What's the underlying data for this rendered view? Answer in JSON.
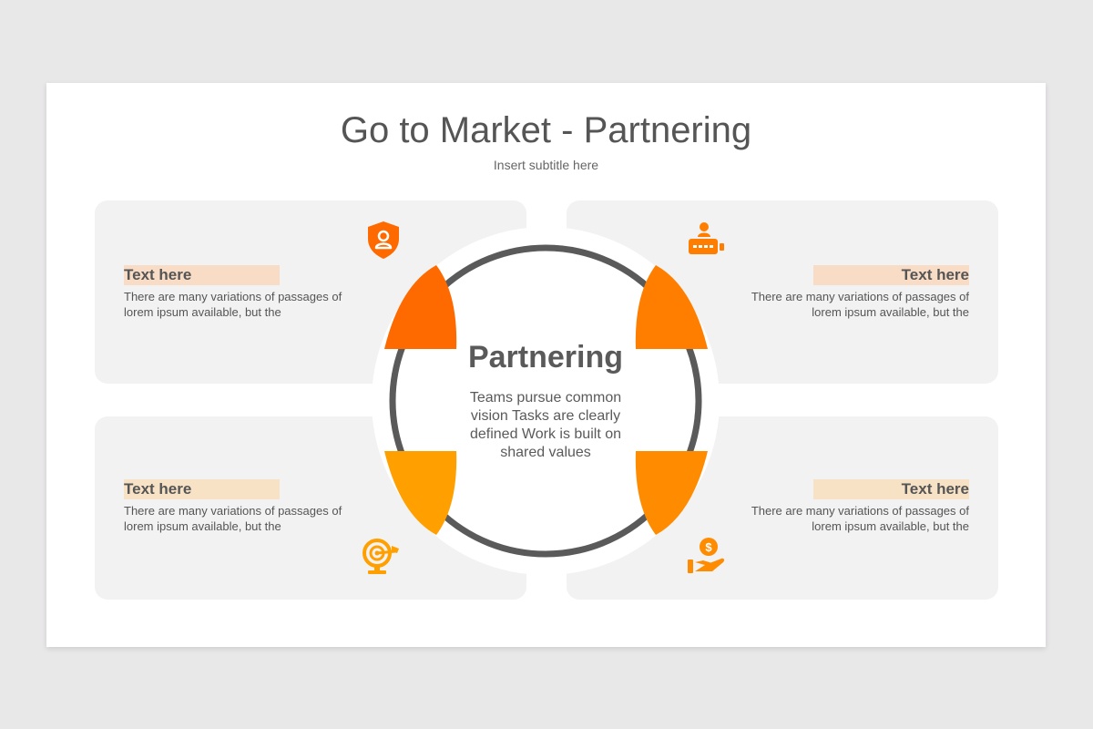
{
  "title": "Go to Market - Partnering",
  "subtitle": "Insert subtitle here",
  "colors": {
    "background": "#e9e8e9",
    "card": "#f2f2f2",
    "ring": "#5a5a5a",
    "petal_top_left": "#ff6a00",
    "petal_top_right": "#ff7e00",
    "petal_bottom_left": "#ffa000",
    "petal_bottom_right": "#ff8c00",
    "heading_highlight": "#f8dcc6"
  },
  "center": {
    "title": "Partnering",
    "body": "Teams pursue common vision Tasks are clearly defined Work is built on shared values"
  },
  "cards": {
    "top_left": {
      "heading": "Text here",
      "body": "There are many variations of passages of lorem ipsum available, but the",
      "icon": "shield-user-icon",
      "highlight": "#f8dcc6"
    },
    "top_right": {
      "heading": "Text here",
      "body": "There are many variations of passages of lorem ipsum available, but the",
      "icon": "person-machine-icon",
      "highlight": "#f8dcc6"
    },
    "bottom_left": {
      "heading": "Text here",
      "body": "There are many variations of passages of lorem ipsum available, but the",
      "icon": "target-arrow-icon",
      "highlight": "#f8e2c6"
    },
    "bottom_right": {
      "heading": "Text here",
      "body": "There are many variations of passages of lorem ipsum available, but the",
      "icon": "money-hand-icon",
      "highlight": "#f8e2c6"
    }
  }
}
